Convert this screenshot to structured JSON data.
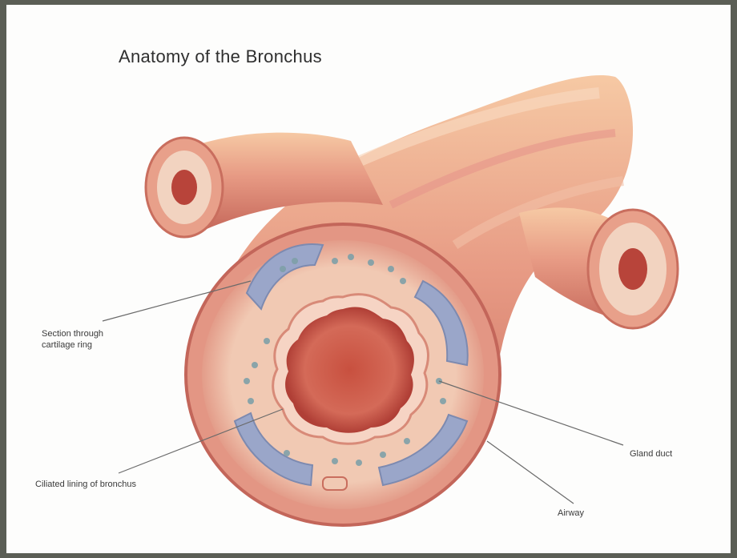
{
  "title": "Anatomy of the Bronchus",
  "labels": {
    "cartilage": [
      "Section through",
      "cartilage ring"
    ],
    "lining": "Ciliated lining of bronchus",
    "gland": "Gland duct",
    "airway": "Airway"
  },
  "colors": {
    "tissue": "#e8a08a",
    "tissue_dark": "#c96e5e",
    "lumen": "#b8443a",
    "cartilage": "#9aa6c9",
    "gland_dots": "#7fa0a8",
    "submucosa": "#f4d2b8"
  }
}
